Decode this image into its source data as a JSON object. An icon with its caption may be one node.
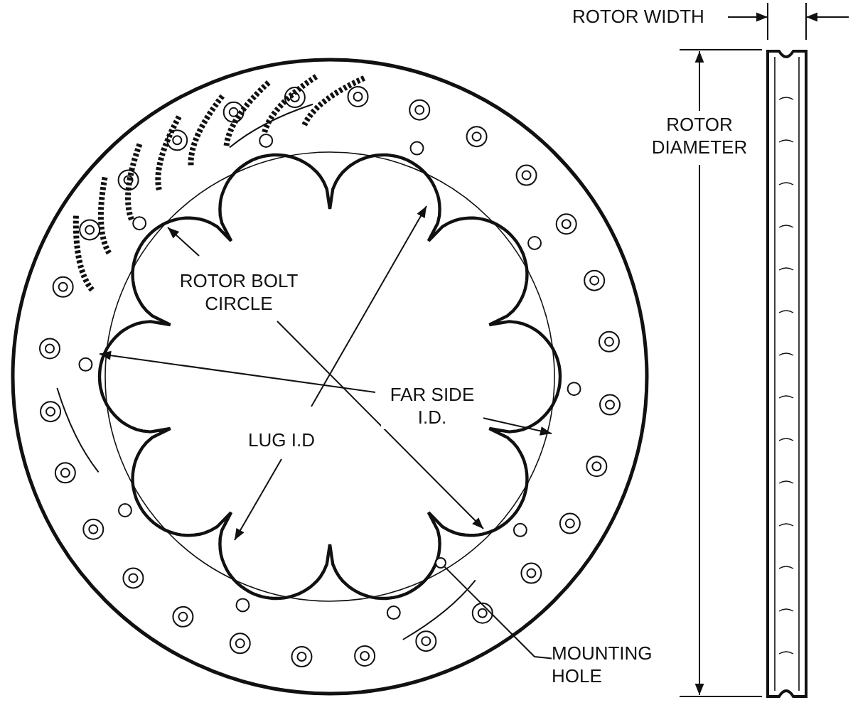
{
  "diagram": {
    "nodes": [
      {
        "text": [],
        "shape": "picture"
      },
      {
        "text": [
          "FAR SIDE I.D."
        ],
        "in": 0
      },
      {
        "text": [
          "MOUNTING HOLE"
        ]
      },
      {
        "text": [],
        "shape": "circle",
        "in": 0
      }
    ],
    "edges": [
      {
        "from": 1,
        "to": null,
        "arrow": "to"
      },
      {
        "from": 2,
        "to": 3,
        "arrow": "none"
      }
    ],
    "labels": [
      "ROTOR WIDTH",
      "ROTOR DIAMETER",
      "ROTOR BOLT CIRCLE",
      "LUG I.D"
    ]
  }
}
